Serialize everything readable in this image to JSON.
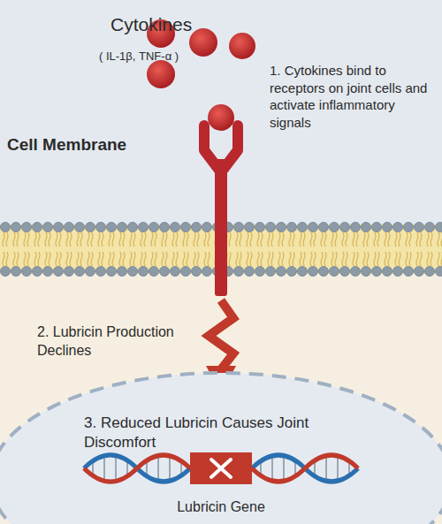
{
  "diagram": {
    "nodes": [
      {
        "text": [
          "3. Reduced Lubricin Causes Joint Discomfort",
          "Lubricin Gene"
        ]
      }
    ],
    "labels": [
      "Cytokines",
      "( IL-1β, TNF-α )",
      "1. Cytokines bind to receptors on joint cells and activate inflammatory signals",
      "Cell Membrane",
      "2. Lubricin Production Declines"
    ]
  }
}
